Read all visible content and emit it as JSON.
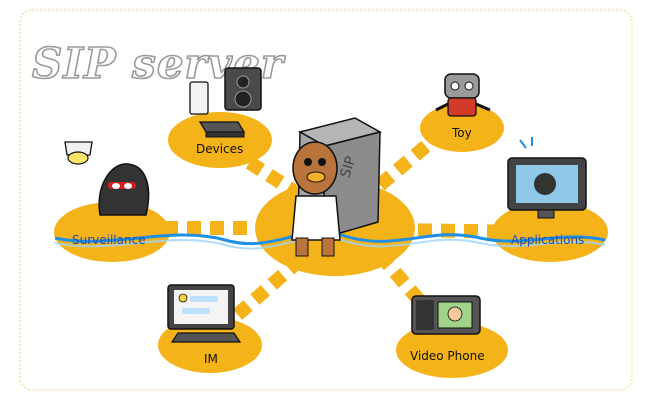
{
  "title": "SIP server",
  "server_label": "SIP",
  "nodes": {
    "devices": "Devices",
    "toy": "Toy",
    "surveillance": "Surveillance",
    "applications": "Applications",
    "im": "IM",
    "video_phone": "Video Phone"
  },
  "colors": {
    "node_fill": "#f5b31a",
    "dash": "#f5b31a",
    "network_line": "#1e8fe6",
    "frame": "#f2d28a"
  }
}
